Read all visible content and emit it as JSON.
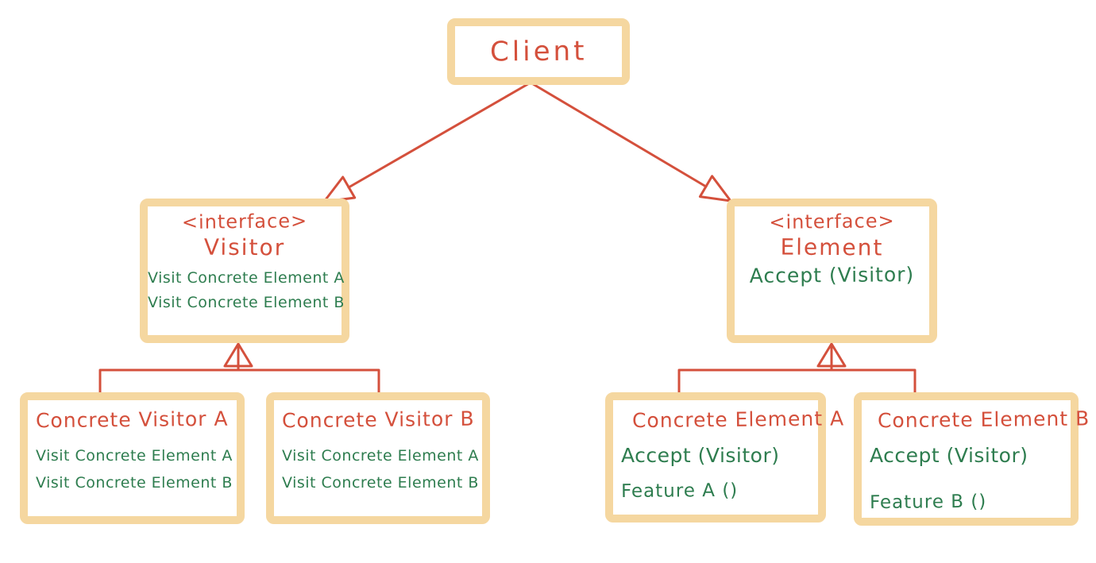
{
  "diagram_title": "Visitor design pattern class diagram (hand-drawn)",
  "colors": {
    "box_border": "#F5D7A0",
    "title_red": "#D4503C",
    "method_green": "#2E7D4F",
    "background": "#FFFFFF"
  },
  "client": {
    "label": "Client"
  },
  "visitor_interface": {
    "stereotype": "<interface>",
    "name": "Visitor",
    "methods": [
      "Visit Concrete Element A",
      "Visit Concrete Element B"
    ]
  },
  "element_interface": {
    "stereotype": "<interface>",
    "name": "Element",
    "methods": [
      "Accept (Visitor)"
    ]
  },
  "concrete_visitor_a": {
    "name": "Concrete Visitor A",
    "methods": [
      "Visit Concrete Element A",
      "Visit Concrete Element B"
    ]
  },
  "concrete_visitor_b": {
    "name": "Concrete Visitor B",
    "methods": [
      "Visit Concrete Element A",
      "Visit Concrete Element B"
    ]
  },
  "concrete_element_a": {
    "name": "Concrete Element A",
    "accept": "Accept (Visitor)",
    "feature": "Feature A ()"
  },
  "concrete_element_b": {
    "name": "Concrete Element B",
    "accept": "Accept (Visitor)",
    "feature": "Feature B ()"
  },
  "relationships": [
    {
      "from": "Client",
      "to": "Visitor",
      "type": "dependency (open arrow)"
    },
    {
      "from": "Client",
      "to": "Element",
      "type": "dependency (open arrow)"
    },
    {
      "from": "Concrete Visitor A",
      "to": "Visitor",
      "type": "realization (open triangle)"
    },
    {
      "from": "Concrete Visitor B",
      "to": "Visitor",
      "type": "realization (open triangle)"
    },
    {
      "from": "Concrete Element A",
      "to": "Element",
      "type": "realization (open triangle)"
    },
    {
      "from": "Concrete Element B",
      "to": "Element",
      "type": "realization (open triangle)"
    }
  ]
}
